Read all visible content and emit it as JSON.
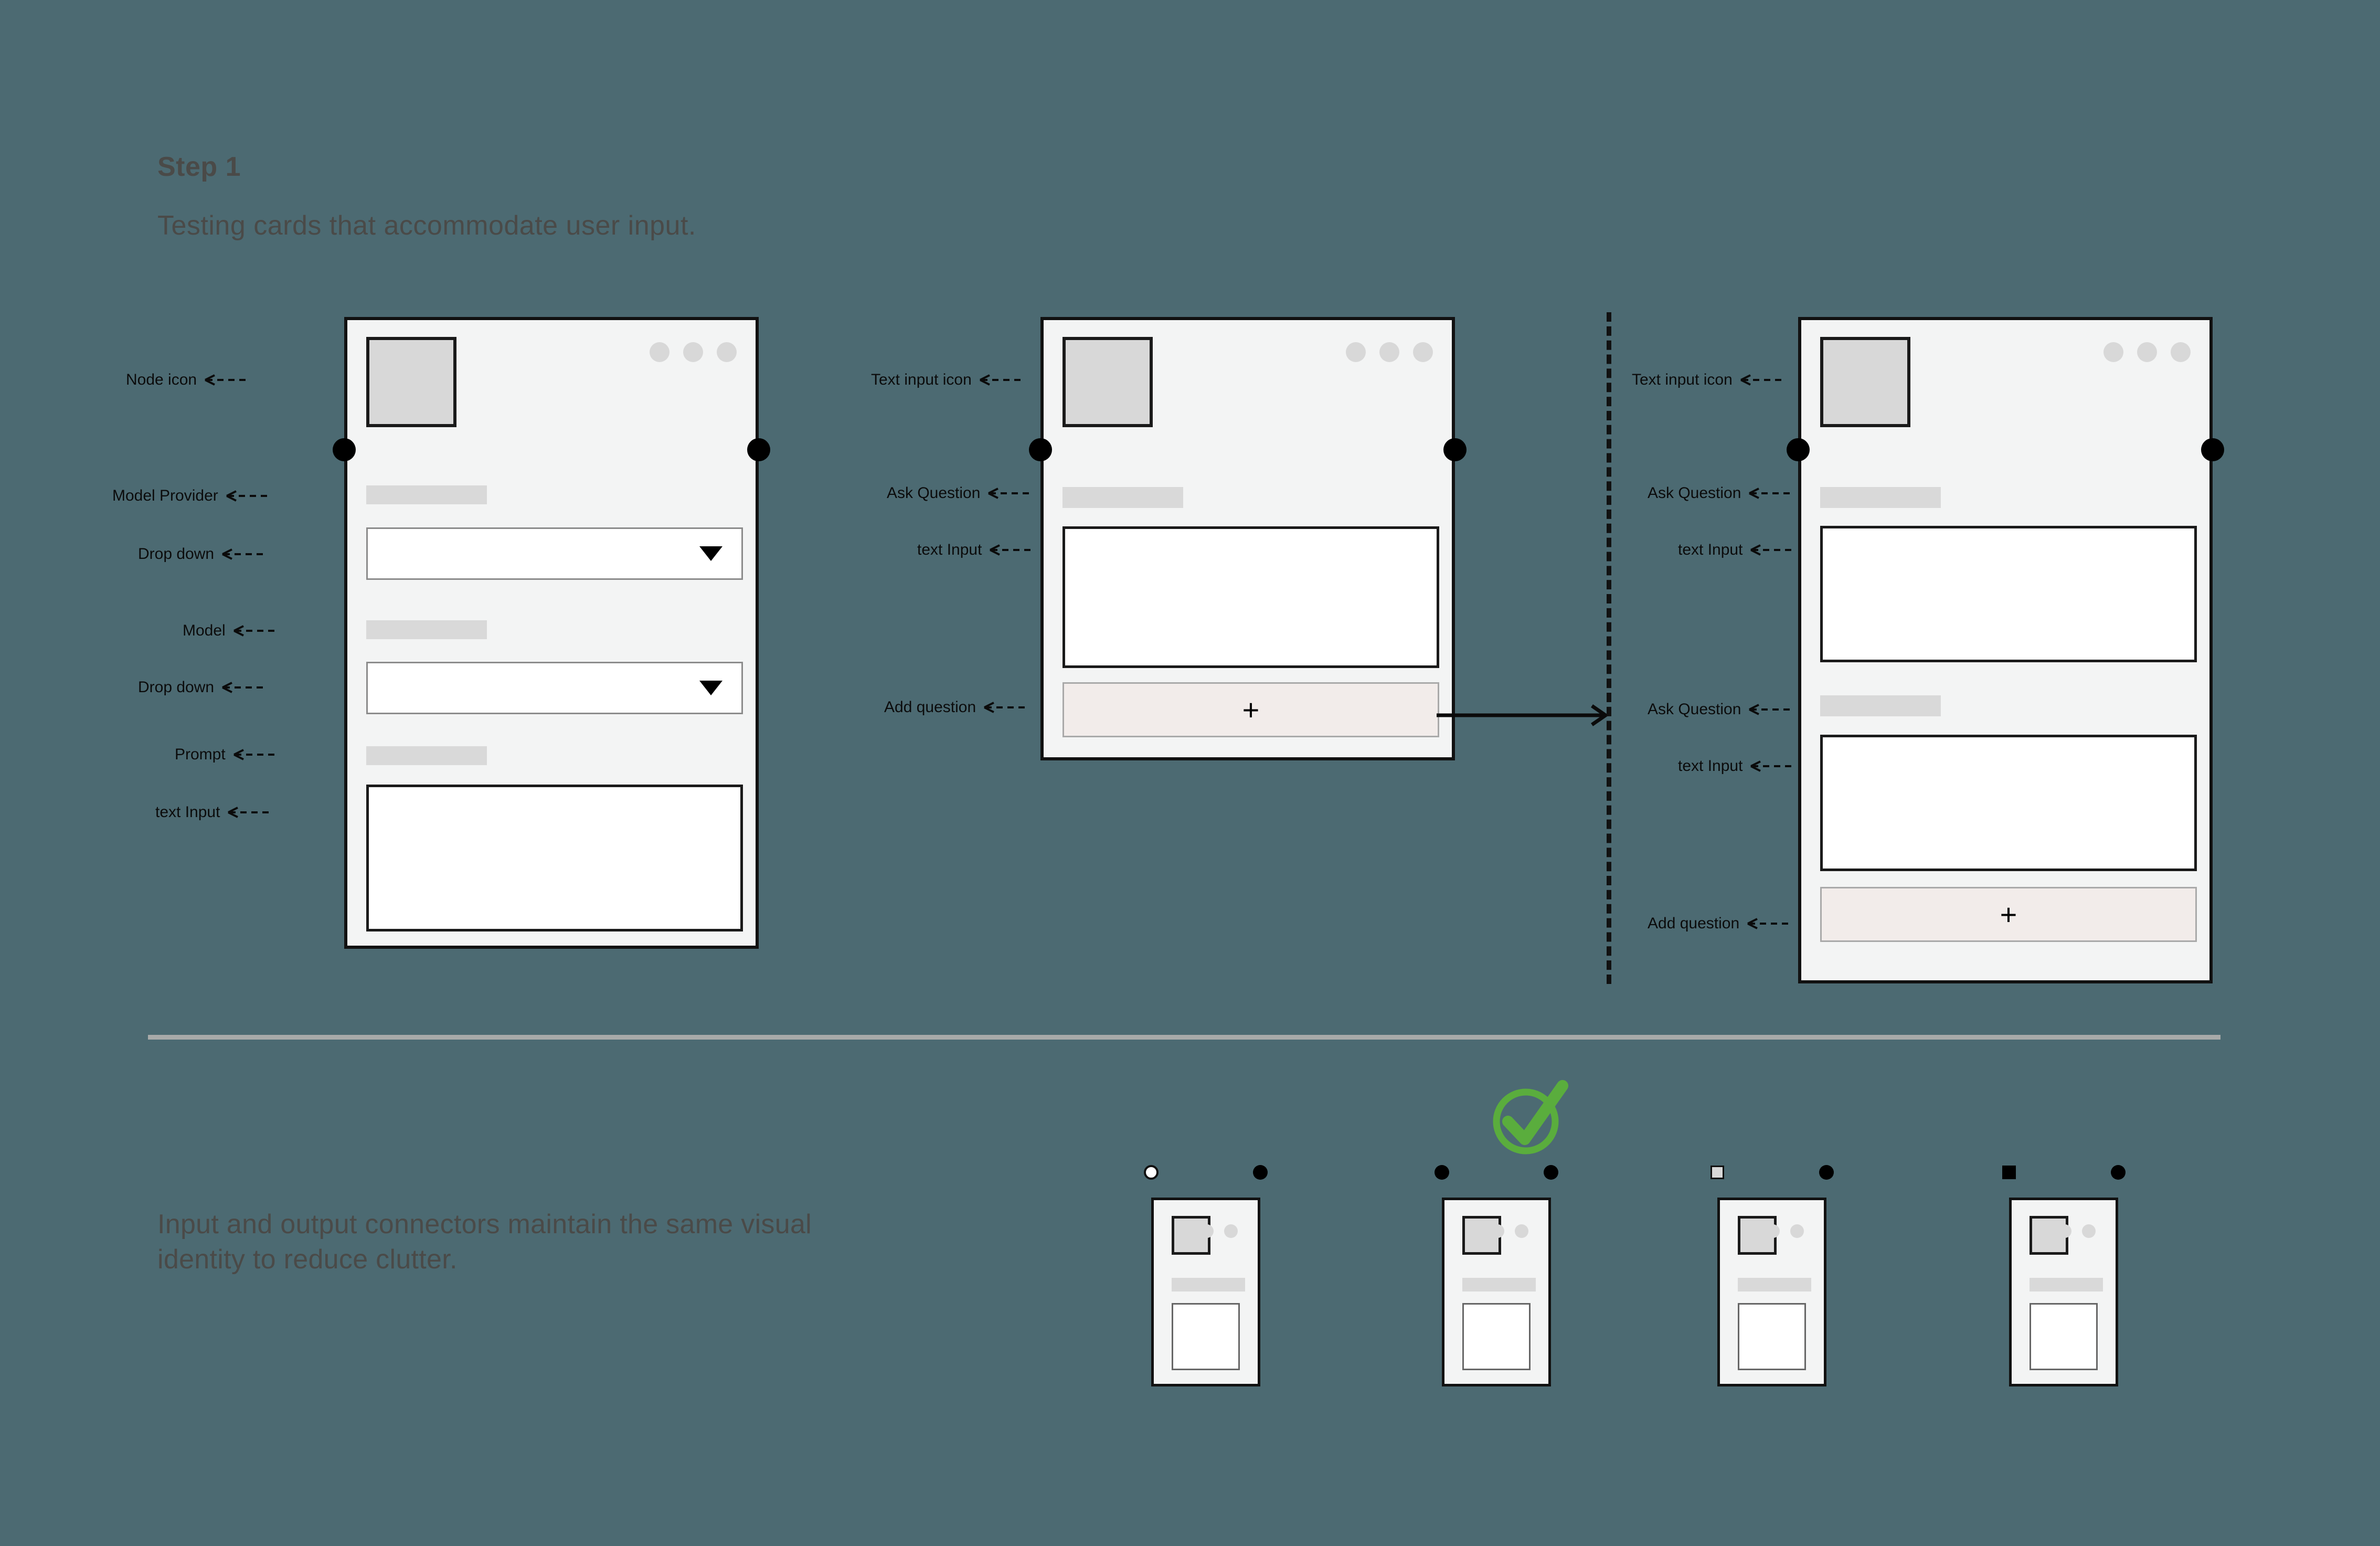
{
  "page": {
    "background_color": "#4c6a72",
    "text_color": "#4a4a48"
  },
  "header": {
    "step_title": "Step 1",
    "step_subtitle": "Testing cards that accommodate user input."
  },
  "bottom": {
    "caption": "Input and output connectors maintain the same visual identity to reduce clutter.",
    "status_icon": "check-circle-icon",
    "status_color": "#5aad3d"
  },
  "cards": [
    {
      "id": "model-node-card",
      "annotations": [
        {
          "label": "Node icon"
        },
        {
          "label": "Model Provider"
        },
        {
          "label": "Drop down"
        },
        {
          "label": "Model"
        },
        {
          "label": "Drop down"
        },
        {
          "label": "Prompt"
        },
        {
          "label": "text Input"
        }
      ],
      "dots": 3,
      "dropdown_caret": "chevron-down-icon",
      "left_connector": "filled-circle",
      "right_connector": "filled-circle"
    },
    {
      "id": "text-input-card-single",
      "annotations": [
        {
          "label": "Text input icon"
        },
        {
          "label": "Ask Question"
        },
        {
          "label": "text Input"
        },
        {
          "label": "Add question"
        }
      ],
      "dots": 3,
      "add_button_label": "+",
      "left_connector": "filled-circle",
      "right_connector": "filled-circle"
    },
    {
      "id": "text-input-card-double",
      "annotations": [
        {
          "label": "Text input icon"
        },
        {
          "label": "Ask Question"
        },
        {
          "label": "text Input"
        },
        {
          "label": "Ask Question"
        },
        {
          "label": "text Input"
        },
        {
          "label": "Add question"
        }
      ],
      "dots": 3,
      "add_button_label": "+",
      "left_connector": "filled-circle",
      "right_connector": "filled-circle"
    }
  ],
  "mini_cards": [
    {
      "id": "mini-card-1",
      "left_connector": "hollow-circle",
      "right_connector": "filled-circle"
    },
    {
      "id": "mini-card-2",
      "left_connector": "filled-circle",
      "right_connector": "filled-circle"
    },
    {
      "id": "mini-card-3",
      "left_connector": "light-square",
      "right_connector": "filled-circle"
    },
    {
      "id": "mini-card-4",
      "left_connector": "dark-square",
      "right_connector": "filled-circle"
    }
  ],
  "colors": {
    "card_bg": "#f3f4f4",
    "card_border": "#111111",
    "placeholder_bar": "#d9d9d9",
    "icon_fill": "#d8d8d8",
    "add_button_bg": "#f2ecea",
    "divider": "#a8aaa9",
    "input_bg": "#ffffff"
  }
}
